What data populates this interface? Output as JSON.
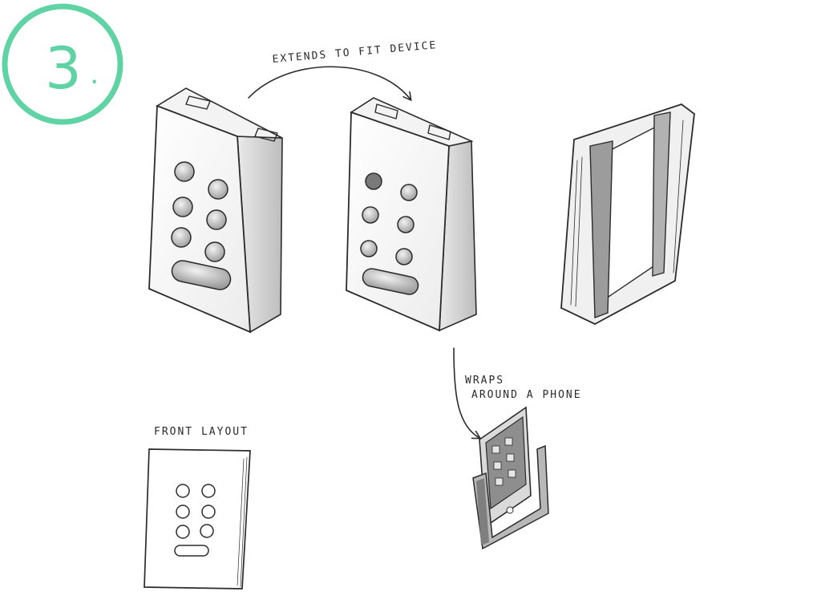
{
  "step": {
    "number": "3",
    "dot": ".",
    "accent_color": "#5fd3a3"
  },
  "annotations": {
    "extends": "EXTENDS TO FIT DEVICE",
    "wraps_line1": "WRAPS",
    "wraps_line2": "AROUND A PHONE",
    "front_layout": "FRONT LAYOUT"
  },
  "colors": {
    "pencil": "#2b2b2b",
    "shade": "#cfcfcf",
    "paper": "#ffffff"
  }
}
